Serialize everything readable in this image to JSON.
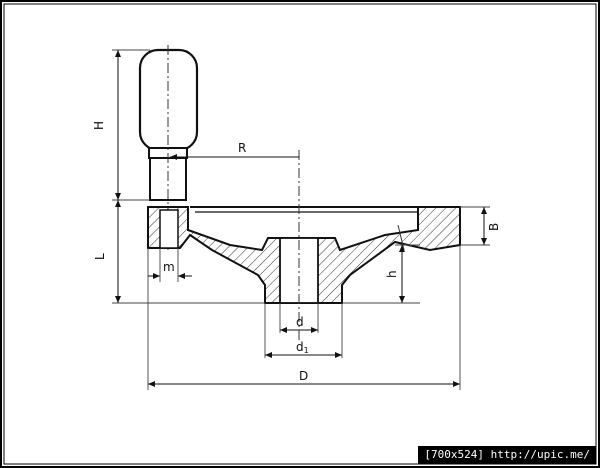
{
  "drawing": {
    "labels": {
      "H": "H",
      "R": "R",
      "L": "L",
      "m": "m",
      "B": "B",
      "h": "h",
      "d": "d",
      "d1_base": "d",
      "d1_sub": "1",
      "D": "D"
    }
  },
  "watermark": {
    "text": "[700x524] http://upic.me/"
  }
}
